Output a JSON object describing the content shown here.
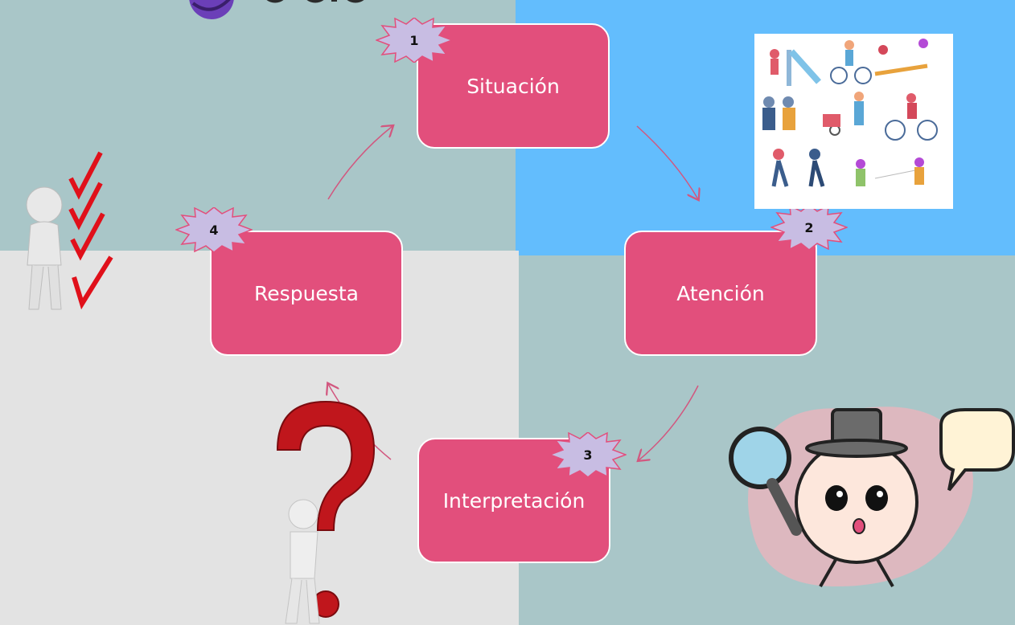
{
  "diagram": {
    "steps": [
      {
        "number": "1",
        "label": "Situación"
      },
      {
        "number": "2",
        "label": "Atención"
      },
      {
        "number": "3",
        "label": "Interpretación"
      },
      {
        "number": "4",
        "label": "Respuesta"
      }
    ]
  },
  "colors": {
    "box_fill": "#e24f7c",
    "badge_fill": "#c8bde3",
    "arrow": "#d2577f",
    "bg_teal": "#a9c6c8",
    "bg_blue": "#63bdfd",
    "bg_gray": "#e3e3e3"
  }
}
